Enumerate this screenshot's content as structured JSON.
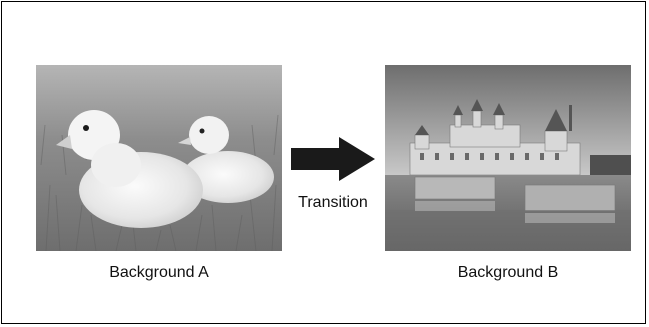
{
  "panel_a": {
    "caption": "Background A",
    "image": "ducklings-on-grass-photo"
  },
  "panel_b": {
    "caption": "Background B",
    "image": "chateau-by-water-photo"
  },
  "transition": {
    "label": "Transition",
    "icon": "right-arrow-icon"
  },
  "colors": {
    "frame": "#000000",
    "arrow": "#1a1a1a",
    "background": "#ffffff"
  }
}
